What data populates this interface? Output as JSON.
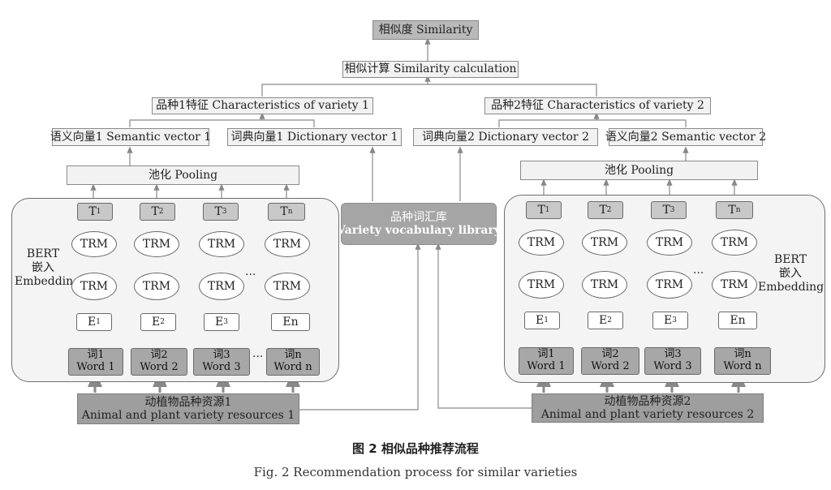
{
  "similarity": "相似度 Similarity",
  "similarity_calc": "相似计算 Similarity calculation",
  "features": [
    "品种1特征 Characteristics of variety 1",
    "品种2特征 Characteristics of variety 2"
  ],
  "vectors": [
    "语义向量1 Semantic vector 1",
    "词典向量1 Dictionary vector 1",
    "词典向量2 Dictionary vector 2",
    "语义向量2 Semantic vector 2"
  ],
  "pooling": "池化 Pooling",
  "library": {
    "cn": "品种词汇库",
    "en": "Variety vocabulary library"
  },
  "bert_label": {
    "l1": "BERT",
    "l2": "嵌入",
    "l3": "Embedding"
  },
  "trm": "TRM",
  "dots": "···",
  "tokens_t": [
    "T",
    "T",
    "T",
    "T"
  ],
  "tokens_t_sub": [
    "1",
    "2",
    "3",
    "n"
  ],
  "tokens_e": [
    "E",
    "E",
    "E",
    "En"
  ],
  "tokens_e_sub": [
    "1",
    "2",
    "3",
    ""
  ],
  "words": [
    {
      "cn": "词1",
      "en": "Word 1"
    },
    {
      "cn": "词2",
      "en": "Word 2"
    },
    {
      "cn": "词3",
      "en": "Word 3"
    },
    {
      "cn": "词n",
      "en": "Word n"
    }
  ],
  "resources": [
    {
      "cn": "动植物品种资源1",
      "en": "Animal and plant variety resources 1"
    },
    {
      "cn": "动植物品种资源2",
      "en": "Animal and plant variety resources 2"
    }
  ],
  "caption": {
    "cn": "图 2    相似品种推荐流程",
    "en": "Fig. 2    Recommendation process for similar varieties"
  }
}
